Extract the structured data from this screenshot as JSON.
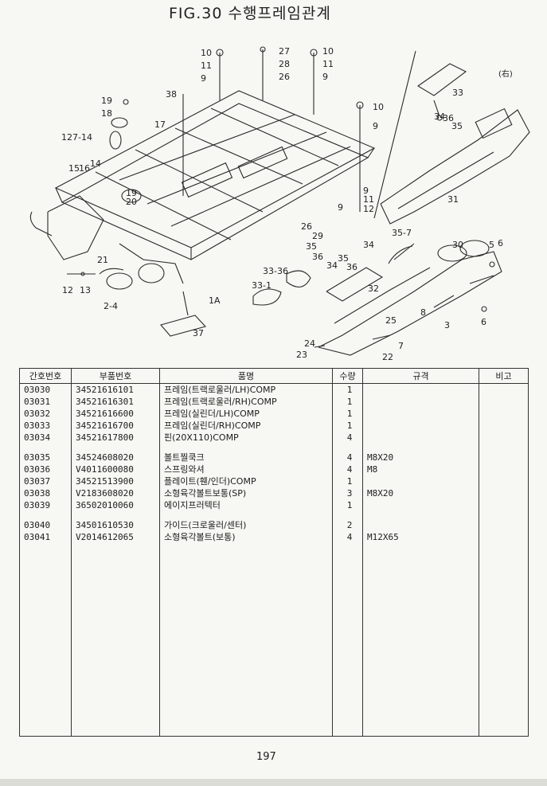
{
  "title": "FIG.30 수행프레임관계",
  "diagram": {
    "callouts": [
      "10",
      "11",
      "9",
      "27",
      "28",
      "26",
      "10",
      "11",
      "9",
      "38",
      "19",
      "18",
      "17",
      "127-14",
      "15",
      "16",
      "14",
      "19",
      "20",
      "10",
      "9",
      "9",
      "11",
      "12",
      "9",
      "26",
      "29",
      "21",
      "12",
      "13",
      "2-4",
      "1A",
      "37",
      "35-7",
      "35",
      "36",
      "34",
      "35",
      "34",
      "36",
      "30",
      "5",
      "6",
      "33-36",
      "32",
      "33-1",
      "25",
      "8",
      "3",
      "6",
      "24",
      "23",
      "22",
      "7",
      "33",
      "34",
      "36",
      "35",
      "31"
    ],
    "side_note": "(右)"
  },
  "table": {
    "headers": [
      "간호번호",
      "부품번호",
      "품명",
      "수량",
      "규격",
      "비고"
    ],
    "rows": [
      {
        "no": "03030",
        "part": "34521616101",
        "name": "프레임(트랙로울러/LH)COMP",
        "qty": "1",
        "spec": "",
        "note": ""
      },
      {
        "no": "03031",
        "part": "34521616301",
        "name": "프레임(트랙로울러/RH)COMP",
        "qty": "1",
        "spec": "",
        "note": ""
      },
      {
        "no": "03032",
        "part": "34521616600",
        "name": "프레임(실린더/LH)COMP",
        "qty": "1",
        "spec": "",
        "note": ""
      },
      {
        "no": "03033",
        "part": "34521616700",
        "name": "프레임(실린더/RH)COMP",
        "qty": "1",
        "spec": "",
        "note": ""
      },
      {
        "no": "03034",
        "part": "34521617800",
        "name": "핀(20X110)COMP",
        "qty": "4",
        "spec": "",
        "note": ""
      },
      {
        "no": "03035",
        "part": "34524608020",
        "name": "볼트찔쿡크",
        "qty": "4",
        "spec": "M8X20",
        "note": ""
      },
      {
        "no": "03036",
        "part": "V4011600080",
        "name": "스프링와셔",
        "qty": "4",
        "spec": "M8",
        "note": ""
      },
      {
        "no": "03037",
        "part": "34521513900",
        "name": "플레이트(휀/인더)COMP",
        "qty": "1",
        "spec": "",
        "note": ""
      },
      {
        "no": "03038",
        "part": "V2183608020",
        "name": "소형육각볼트보통(SP)",
        "qty": "3",
        "spec": "M8X20",
        "note": ""
      },
      {
        "no": "03039",
        "part": "36502010060",
        "name": "에이지프러텍터",
        "qty": "1",
        "spec": "",
        "note": ""
      },
      {
        "no": "03040",
        "part": "34501610530",
        "name": "가이드(크로울러/센터)",
        "qty": "2",
        "spec": "",
        "note": ""
      },
      {
        "no": "03041",
        "part": "V2014612065",
        "name": "소형육각볼트(보통)",
        "qty": "4",
        "spec": "M12X65",
        "note": ""
      }
    ]
  },
  "page_number": "197"
}
